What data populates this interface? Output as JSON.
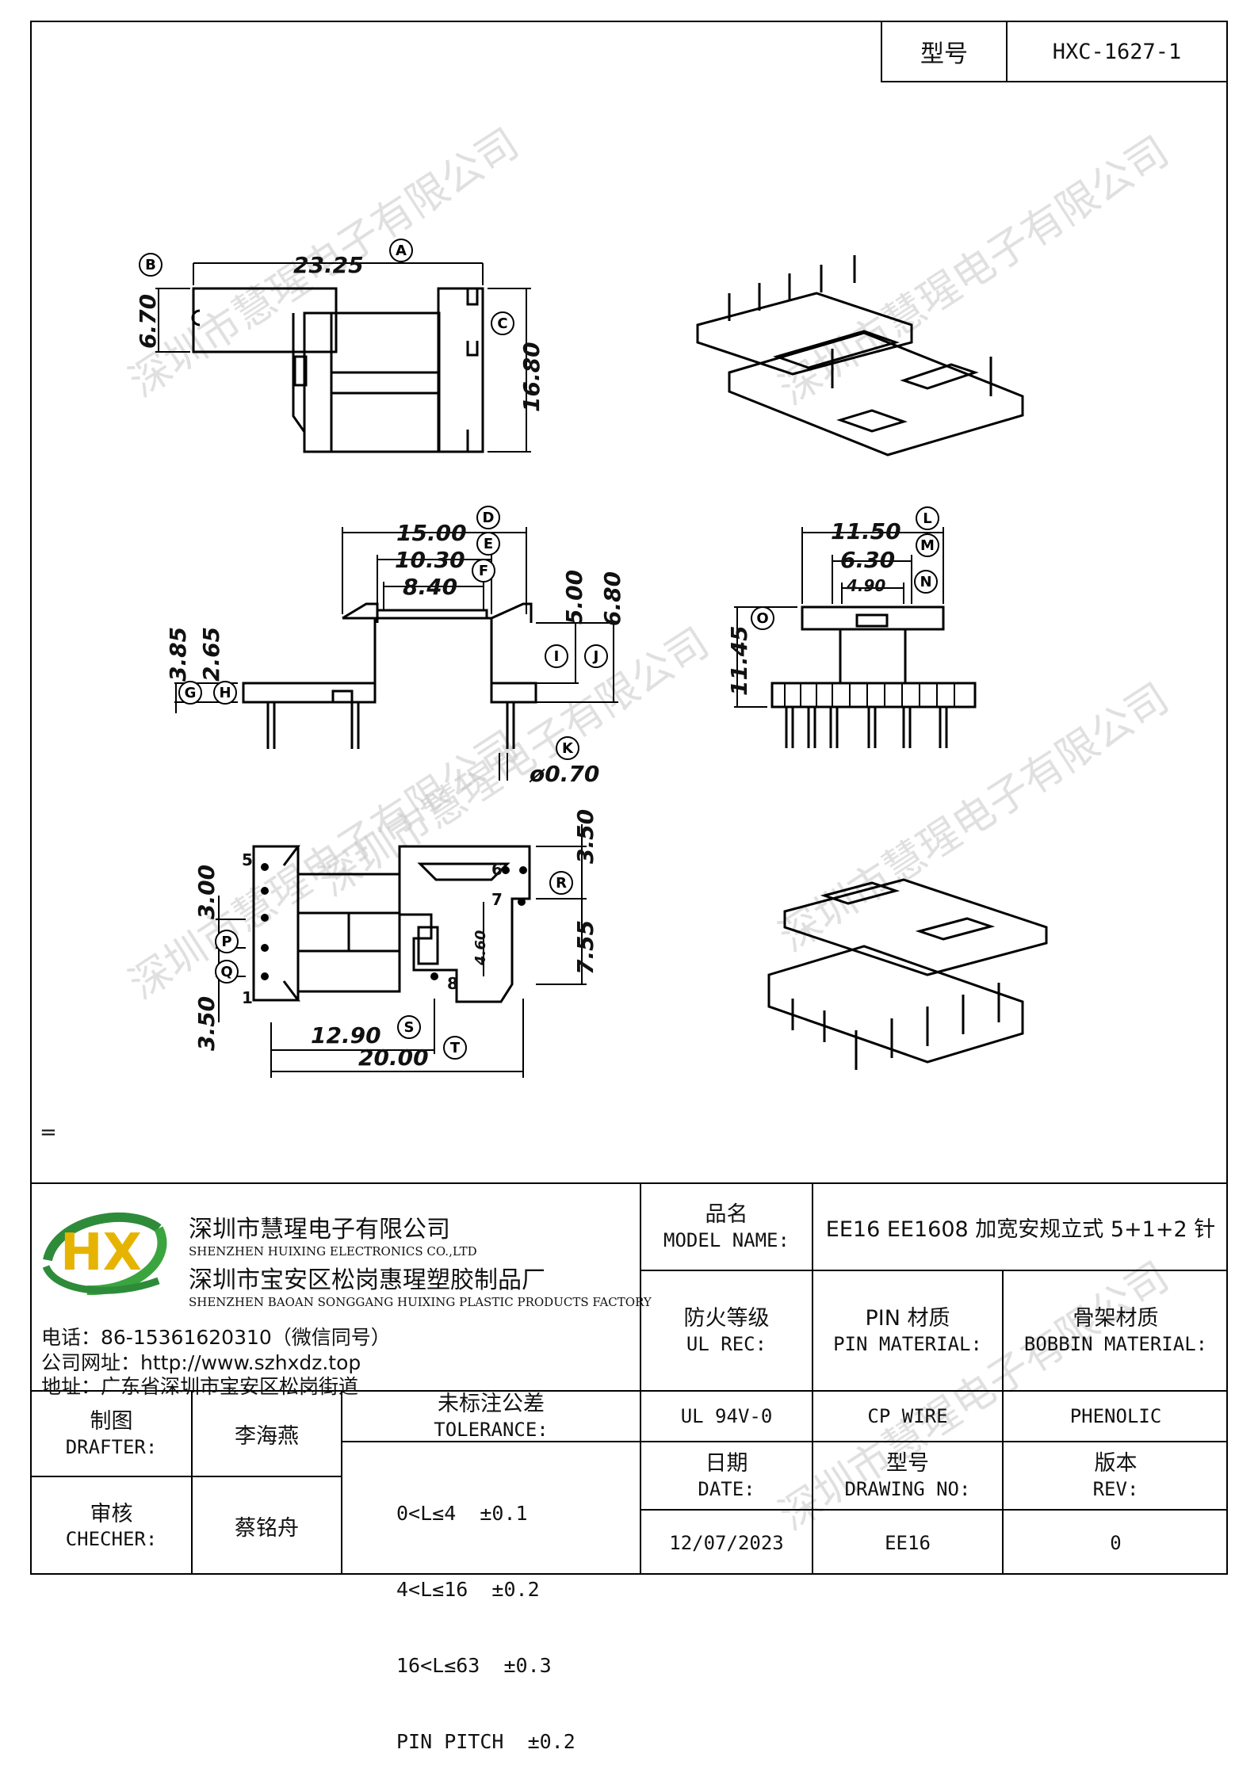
{
  "header": {
    "model_label": "型号",
    "model_value": "HXC-1627-1"
  },
  "watermark": "深圳市慧瑆电子有限公司",
  "stray_mark": "=",
  "drawing": {
    "dims_top_left": {
      "A": "23.25",
      "B": "6.70",
      "C": "16.80"
    },
    "dims_mid_left": {
      "D": "15.00",
      "E": "10.30",
      "F": "8.40",
      "G": "3.85",
      "H": "2.65",
      "I": "5.00",
      "J": "6.80",
      "K": "ø0.70"
    },
    "dims_mid_right": {
      "L": "11.50",
      "M": "6.30",
      "N": "4.90",
      "O": "11.45"
    },
    "dims_bottom_left": {
      "P": "3.00",
      "Q": "3.50",
      "R": "3.50",
      "R2": "7.55",
      "inner": "4.60",
      "S": "12.90",
      "T": "20.00"
    },
    "pin_numbers": [
      "5",
      "1",
      "6",
      "7",
      "8"
    ],
    "circle_letters": [
      "A",
      "B",
      "C",
      "D",
      "E",
      "F",
      "G",
      "H",
      "I",
      "J",
      "K",
      "L",
      "M",
      "N",
      "O",
      "P",
      "Q",
      "R",
      "S",
      "T"
    ]
  },
  "company": {
    "logo_text": "HX",
    "name_cn": "深圳市慧瑆电子有限公司",
    "name_en": "SHENZHEN HUIXING ELECTRONICS CO.,LTD",
    "factory_cn": "深圳市宝安区松岗惠瑆塑胶制品厂",
    "factory_en": "SHENZHEN BAOAN SONGGANG HUIXING PLASTIC PRODUCTS FACTORY",
    "phone": "电话：86-15361620310（微信同号）",
    "website": "公司网址：http://www.szhxdz.top",
    "address": "地址：广东省深圳市宝安区松岗街道"
  },
  "table": {
    "model_name_cn": "品名",
    "model_name_en": "MODEL NAME:",
    "model_name_value": "EE16 EE1608 加宽安规立式 5+1+2 针",
    "ul_cn": "防火等级",
    "ul_en": "UL REC:",
    "pin_cn": "PIN 材质",
    "pin_en": "PIN MATERIAL:",
    "bobbin_cn": "骨架材质",
    "bobbin_en": "BOBBIN MATERIAL:",
    "ul_value": "UL 94V-0",
    "pin_value": "CP WIRE",
    "bobbin_value": "PHENOLIC",
    "date_cn": "日期",
    "date_en": "DATE:",
    "drawno_cn": "型号",
    "drawno_en": "DRAWING NO:",
    "rev_cn": "版本",
    "rev_en": "REV:",
    "date_value": "12/07/2023",
    "drawno_value": "EE16",
    "rev_value": "0",
    "drafter_cn": "制图",
    "drafter_en": "DRAFTER:",
    "drafter_name": "李海燕",
    "checker_cn": "审核",
    "checker_en": "CHECHER:",
    "checker_name": "蔡铭舟",
    "tol_cn": "未标注公差",
    "tol_en": "TOLERANCE:",
    "tol_lines": [
      "0<L≤4  ±0.1",
      "4<L≤16  ±0.2",
      "16<L≤63  ±0.3",
      "PIN PITCH  ±0.2"
    ]
  }
}
